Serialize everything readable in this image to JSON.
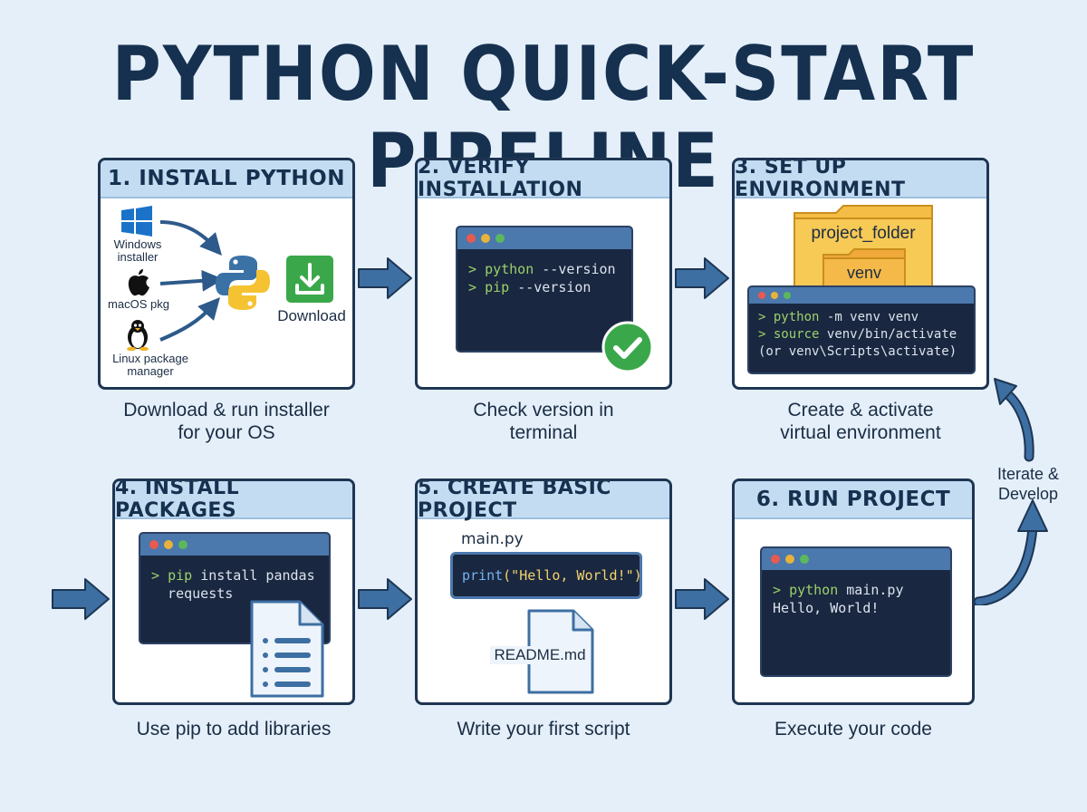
{
  "title": "PYTHON QUICK-START PIPELINE",
  "steps": [
    {
      "heading": "1. INSTALL PYTHON",
      "caption_line1": "Download & run installer",
      "caption_line2": "for your OS",
      "os_labels": {
        "windows": "Windows installer",
        "mac": "macOS pkg",
        "linux": "Linux package manager"
      },
      "download_label": "Download"
    },
    {
      "heading": "2. VERIFY INSTALLATION",
      "caption_line1": "Check version in",
      "caption_line2": "terminal",
      "terminal": [
        {
          "prompt": ">",
          "cmd": "python",
          "args": "--version"
        },
        {
          "prompt": ">",
          "cmd": "pip",
          "args": "--version"
        }
      ]
    },
    {
      "heading": "3. SET UP ENVIRONMENT",
      "caption_line1": "Create & activate",
      "caption_line2": "virtual environment",
      "folder_label": "project_folder",
      "subfolder_label": "venv",
      "terminal": [
        {
          "prompt": ">",
          "cmd": "python",
          "args": "-m venv venv"
        },
        {
          "prompt": ">",
          "cmd": "source",
          "args": "venv/bin/activate"
        },
        {
          "prompt": "",
          "cmd": "",
          "args": "(or venv\\Scripts\\activate)"
        }
      ]
    },
    {
      "heading": "4. INSTALL PACKAGES",
      "caption_line1": "Use pip to add libraries",
      "caption_line2": "",
      "terminal": [
        {
          "prompt": ">",
          "cmd": "pip",
          "args": "install pandas"
        },
        {
          "prompt": "",
          "cmd": "",
          "args": "  requests"
        }
      ]
    },
    {
      "heading": "5. CREATE BASIC PROJECT",
      "caption_line1": "Write your first script",
      "caption_line2": "",
      "file_label": "main.py",
      "code_fn": "print",
      "code_arg": "(\"Hello, World!\")",
      "readme_label": "README.md"
    },
    {
      "heading": "6. RUN PROJECT",
      "caption_line1": "Execute your code",
      "caption_line2": "",
      "terminal": [
        {
          "prompt": ">",
          "cmd": "python",
          "args": "main.py"
        },
        {
          "prompt": "",
          "cmd": "",
          "args": "Hello, World!"
        }
      ]
    }
  ],
  "loop_label": "Iterate & Develop",
  "colors": {
    "background": "#e4effa",
    "card_border": "#1e3552",
    "card_header": "#c4dcf2",
    "arrow": "#3d6fa3",
    "terminal_bg": "#1a2740",
    "terminal_bar": "#4b78ad",
    "prompt_green": "#9bd16a",
    "check_green": "#3aa84a"
  },
  "icons": [
    "windows-icon",
    "apple-icon",
    "linux-penguin-icon",
    "python-logo-icon",
    "download-icon",
    "check-circle-icon",
    "folder-icon",
    "document-icon",
    "flow-arrow-icon",
    "loop-arrow-icon"
  ]
}
